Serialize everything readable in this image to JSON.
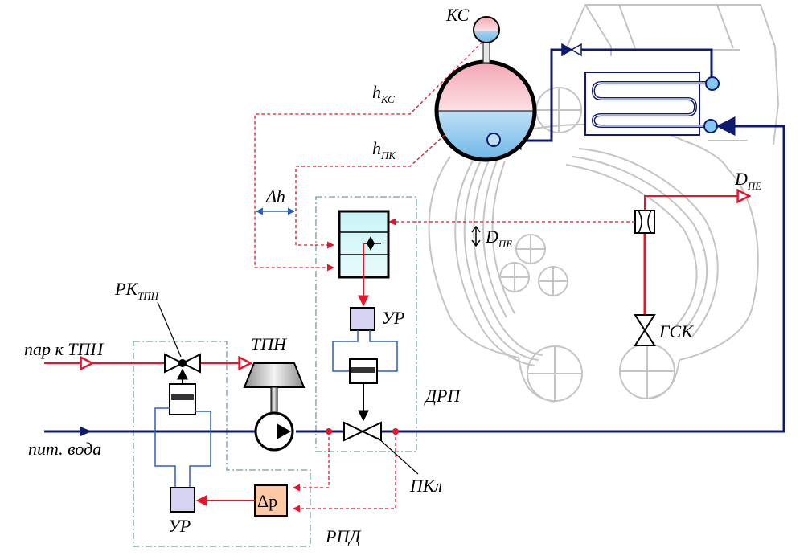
{
  "labels": {
    "ks": "КС",
    "h_ks_main": "h",
    "h_ks_sub": "КС",
    "h_pk_main": "h",
    "h_pk_sub": "ПК",
    "delta_h": "Δh",
    "d_pe_main": "D",
    "d_pe_sub": "ПЕ",
    "d_pe2_main": "D",
    "d_pe2_sub": "ПЕ",
    "gsk": "ГСК",
    "rk_main": "РК",
    "rk_sub": "ТПН",
    "steam_to_tpn": "пар к ТПН",
    "tpn": "ТПН",
    "ur_top": "УР",
    "drp": "ДРП",
    "feed_water": "пит. вода",
    "pkl": "ПКл",
    "dp": "Δp",
    "ur_bottom": "УР",
    "rpd": "РПД"
  },
  "colors": {
    "steam_line": "#e8152a",
    "water_line": "#0d1a6e",
    "signal_line": "#e8152a",
    "hydraulic_line": "#2e5fb8",
    "boundary": "#6fa58a",
    "boiler_outline": "#bdbdbd",
    "regulator_fill": "#d7d3f2",
    "sensor_fill": "#fbc9a4",
    "valve_box_fill": "#c8f4f6",
    "drum_water": "#a8d2f0",
    "drum_steam": "#f7c7cf"
  }
}
